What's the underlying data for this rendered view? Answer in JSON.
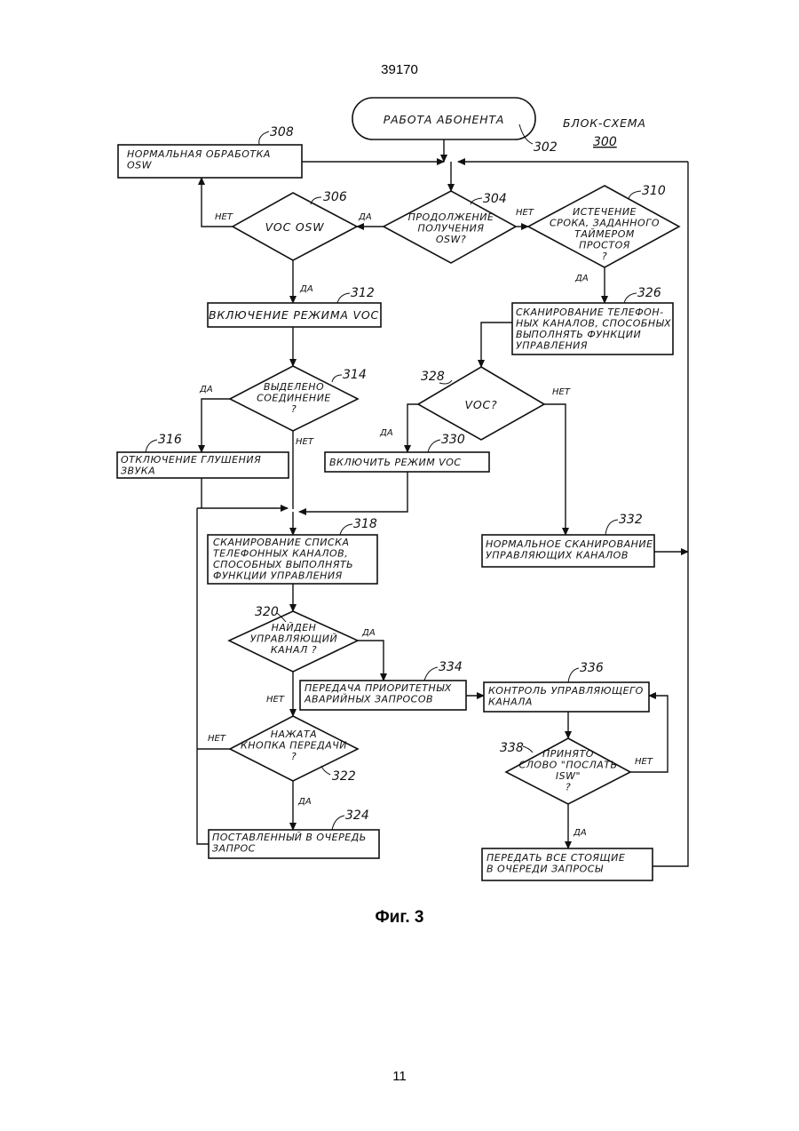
{
  "header": {
    "document_number": "39170"
  },
  "diagram": {
    "title": "БЛОК-СХЕМА",
    "title_number": "300",
    "nodes": {
      "n302": {
        "ref": "302",
        "lines": [
          "РАБОТА АБОНЕНТА"
        ]
      },
      "n308": {
        "ref": "308",
        "lines": [
          "НОРМАЛЬНАЯ ОБРАБОТКА",
          "OSW"
        ]
      },
      "n306": {
        "ref": "306",
        "lines": [
          "VOC OSW"
        ]
      },
      "n304": {
        "ref": "304",
        "lines": [
          "ПРОДОЛЖЕНИЕ",
          "ПОЛУЧЕНИЯ",
          "OSW?"
        ]
      },
      "n310": {
        "ref": "310",
        "lines": [
          "ИСТЕЧЕНИЕ",
          "СРОКА, ЗАДАННОГО",
          "ТАЙМЕРОМ",
          "ПРОСТОЯ",
          "?"
        ]
      },
      "n312": {
        "ref": "312",
        "lines": [
          "ВКЛЮЧЕНИЕ РЕЖИМА VOC"
        ]
      },
      "n326": {
        "ref": "326",
        "lines": [
          "СКАНИРОВАНИЕ ТЕЛЕФОН-",
          "НЫХ КАНАЛОВ, СПОСОБНЫХ",
          "ВЫПОЛНЯТЬ ФУНКЦИИ",
          "УПРАВЛЕНИЯ"
        ]
      },
      "n314": {
        "ref": "314",
        "lines": [
          "ВЫДЕЛЕНО",
          "СОЕДИНЕНИЕ",
          "?"
        ]
      },
      "n328": {
        "ref": "328",
        "lines": [
          "VOC?"
        ]
      },
      "n316": {
        "ref": "316",
        "lines": [
          "ОТКЛЮЧЕНИЕ ГЛУШЕНИЯ",
          "ЗВУКА"
        ]
      },
      "n330": {
        "ref": "330",
        "lines": [
          "ВКЛЮЧИТЬ РЕЖИМ VOC"
        ]
      },
      "n318": {
        "ref": "318",
        "lines": [
          "СКАНИРОВАНИЕ СПИСКА",
          "ТЕЛЕФОННЫХ КАНАЛОВ,",
          "СПОСОБНЫХ ВЫПОЛНЯТЬ",
          "ФУНКЦИИ УПРАВЛЕНИЯ"
        ]
      },
      "n332": {
        "ref": "332",
        "lines": [
          "НОРМАЛЬНОЕ СКАНИРОВАНИЕ",
          "УПРАВЛЯЮЩИХ КАНАЛОВ"
        ]
      },
      "n320": {
        "ref": "320",
        "lines": [
          "НАЙДЕН",
          "УПРАВЛЯЮЩИЙ",
          "КАНАЛ ?"
        ]
      },
      "n334": {
        "ref": "334",
        "lines": [
          "ПЕРЕДАЧА ПРИОРИТЕТНЫХ",
          "АВАРИЙНЫХ ЗАПРОСОВ"
        ]
      },
      "n336": {
        "ref": "336",
        "lines": [
          "КОНТРОЛЬ УПРАВЛЯЮЩЕГО",
          "КАНАЛА"
        ]
      },
      "n322": {
        "ref": "322",
        "lines": [
          "НАЖАТА",
          "КНОПКА ПЕРЕДАЧИ",
          "?"
        ]
      },
      "n338": {
        "ref": "338",
        "lines": [
          "ПРИНЯТО",
          "СЛОВО \"ПОСЛАТЬ",
          "ISW\"",
          "?"
        ]
      },
      "n324": {
        "ref": "324",
        "lines": [
          "ПОСТАВЛЕННЫЙ В ОЧЕРЕДЬ",
          "ЗАПРОС"
        ]
      },
      "n340": {
        "lines": [
          "ПЕРЕДАТЬ ВСЕ СТОЯЩИЕ",
          "В ОЧЕРЕДИ ЗАПРОСЫ"
        ]
      }
    },
    "edge_labels": {
      "yes": "ДА",
      "no": "НЕТ"
    }
  },
  "caption": "Фиг. 3",
  "footer": {
    "page_number": "11"
  }
}
